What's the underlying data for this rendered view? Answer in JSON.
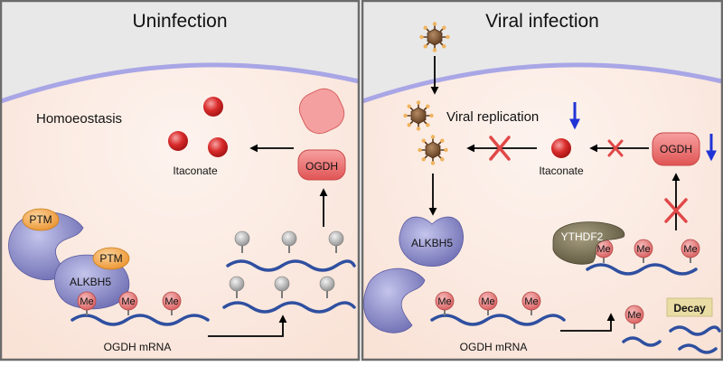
{
  "panels": {
    "left": {
      "title": "Uninfection",
      "state_label": "Homoeostasis",
      "metabolite_label": "Itaconate",
      "enzyme_label": "OGDH",
      "ptm_label": "PTM",
      "eraser_label": "ALKBH5",
      "mark_label": "Me",
      "mrna_label": "OGDH mRNA"
    },
    "right": {
      "title": "Viral infection",
      "replication_label": "Viral replication",
      "metabolite_label": "Itaconate",
      "enzyme_label": "OGDH",
      "eraser_label": "ALKBH5",
      "reader_label": "YTHDF2",
      "mark_label": "Me",
      "decay_label": "Decay",
      "mrna_label": "OGDH mRNA"
    }
  },
  "colors": {
    "border": "#6b6b6b",
    "outside": "#e6e6e6",
    "membrane": "#a9a6e6",
    "cytoplasm": "#fbe9e1",
    "itaconate": "#d92b2b",
    "ogdh": "#ef6a6a",
    "ptm": "#f4a640",
    "alkbh5": "#8b8bc8",
    "ythdf2": "#7a7258",
    "methyl": "#e98080",
    "mrna": "#2f4fa0",
    "virus": "#7a5130",
    "decay": "#e9dca4",
    "inhibit": "#e14848",
    "down_arrow": "#1f33d6"
  }
}
